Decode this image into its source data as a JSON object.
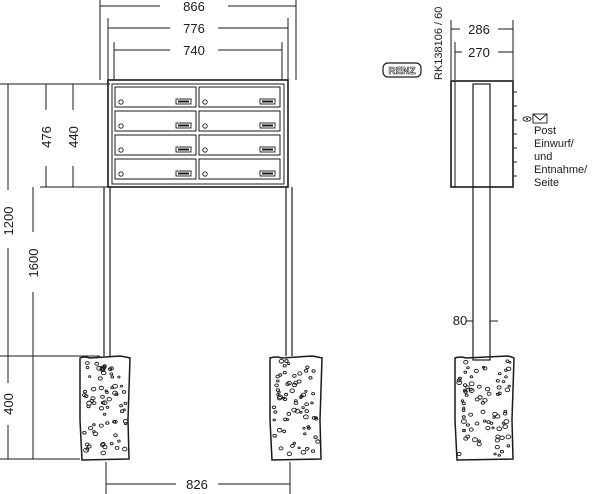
{
  "dimensions": {
    "overall_width": "866",
    "housing_width": "776",
    "box_width": "740",
    "housing_height": "476",
    "box_height": "440",
    "top_height": "1200",
    "total_height": "1600",
    "foundation_depth": "400",
    "post_spacing": "826",
    "side_depth": "286",
    "side_box_depth": "270",
    "post_size": "80"
  },
  "labels": {
    "article_number": "RK138106 / 60",
    "brand": "RENZ",
    "notes": [
      "Post",
      "Einwurf/",
      "und",
      "Entnahme/",
      "Seite"
    ]
  },
  "mailbox_grid": {
    "columns": 2,
    "rows": 4
  }
}
